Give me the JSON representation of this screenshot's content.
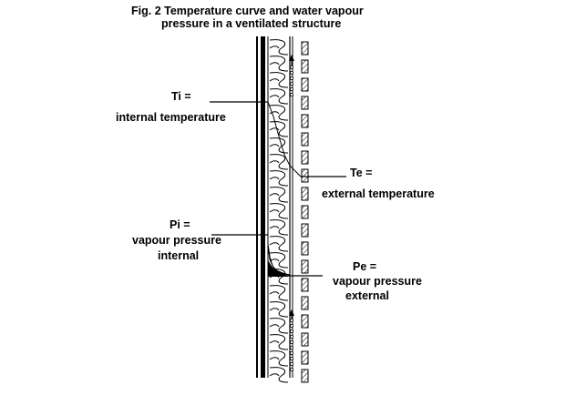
{
  "title": {
    "line1": "Fig. 2  Temperature curve and water vapour",
    "line2": "pressure in a ventilated structure"
  },
  "labels": {
    "ti": {
      "line1": "Ti =",
      "line2": "internal temperature"
    },
    "te": {
      "line1": "Te =",
      "line2": "external temperature"
    },
    "pi": {
      "line1": "Pi =",
      "line2": "vapour pressure",
      "line3": "internal"
    },
    "pe": {
      "line1": "Pe =",
      "line2": "vapour pressure",
      "line3": "external"
    }
  },
  "colors": {
    "ink": "#000000",
    "background": "#ffffff"
  }
}
